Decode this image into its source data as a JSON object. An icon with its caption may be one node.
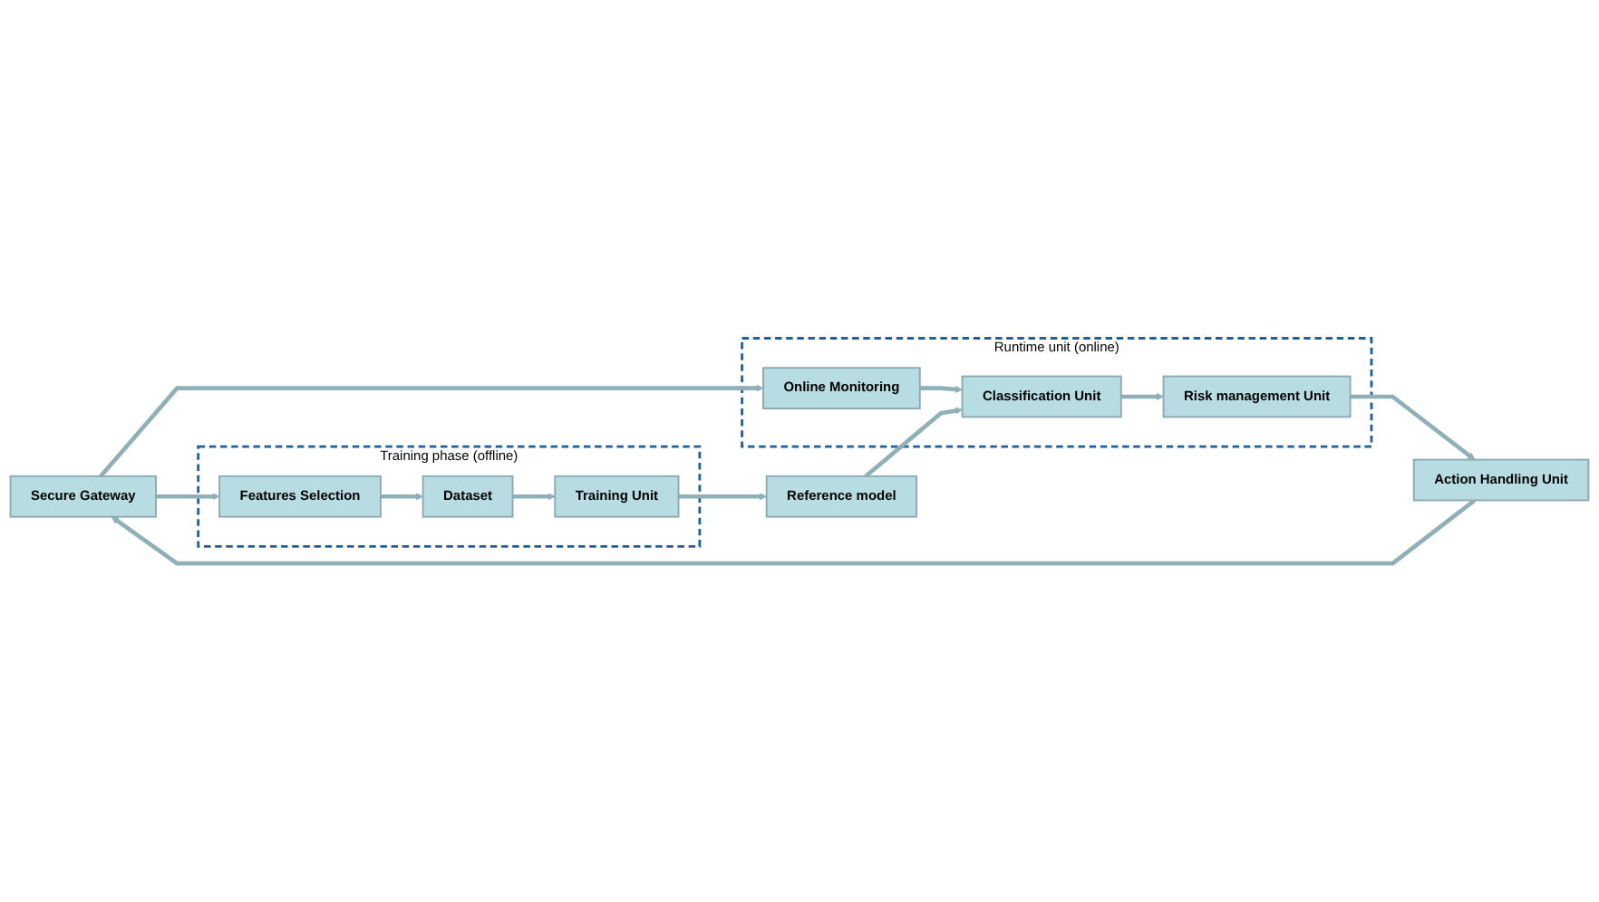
{
  "diagram": {
    "nodes": [
      {
        "text": [
          "Secure Gateway"
        ]
      },
      {
        "text": [
          "Training phase (offline)"
        ]
      },
      {
        "text": [
          "Features Selection"
        ],
        "in": 1
      },
      {
        "text": [
          "Dataset"
        ],
        "in": 1
      },
      {
        "text": [
          "Training Unit"
        ],
        "in": 1
      },
      {
        "text": [
          "Reference model"
        ]
      },
      {
        "text": [
          "Runtime unit (online)"
        ]
      },
      {
        "text": [
          "Online Monitoring"
        ],
        "in": 6
      },
      {
        "text": [
          "Classification Unit"
        ],
        "in": 6
      },
      {
        "text": [
          "Risk management Unit"
        ],
        "in": 6
      },
      {
        "text": [
          "Action Handling Unit"
        ]
      }
    ],
    "edges": [
      {
        "from": 0,
        "to": 2,
        "arrow": "to"
      },
      {
        "from": 2,
        "to": 3,
        "arrow": "to"
      },
      {
        "from": 3,
        "to": 4,
        "arrow": "to"
      },
      {
        "from": 4,
        "to": 5,
        "arrow": "to"
      },
      {
        "from": 0,
        "to": 7,
        "arrow": "to"
      },
      {
        "from": 7,
        "to": 8,
        "arrow": "to"
      },
      {
        "from": 5,
        "to": 8,
        "arrow": "to"
      },
      {
        "from": 8,
        "to": 9,
        "arrow": "to"
      },
      {
        "from": 9,
        "to": 10,
        "arrow": "to"
      },
      {
        "from": 10,
        "to": 0,
        "arrow": "to"
      }
    ]
  }
}
